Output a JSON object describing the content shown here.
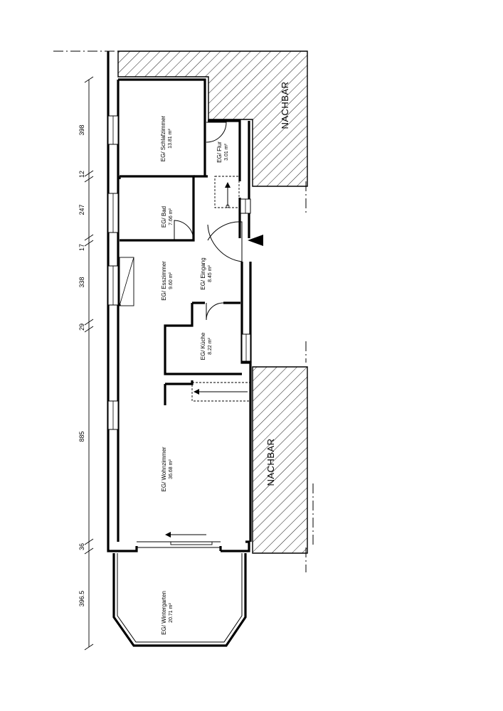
{
  "rooms": [
    {
      "name": "EG/ Schlafzimmer",
      "area": "13.81 m²"
    },
    {
      "name": "EG/ Flur",
      "area": "3.01 m²"
    },
    {
      "name": "EG/ Bad",
      "area": "7.66 m²"
    },
    {
      "name": "EG/ Esszimmer",
      "area": "9.60 m²"
    },
    {
      "name": "EG/ Eingang",
      "area": "8.45 m²"
    },
    {
      "name": "EG/ Küche",
      "area": "8.22 m²"
    },
    {
      "name": "EG/ Wohnzimmer",
      "area": "36.68 m²"
    },
    {
      "name": "EG/ Wintergarten",
      "area": "20.71 m²"
    }
  ],
  "neighbors": [
    "NACHBAR",
    "NACHBAR"
  ],
  "dimensions": [
    "398",
    "12",
    "247",
    "17",
    "338",
    "29",
    "885",
    "36",
    "396.5"
  ]
}
